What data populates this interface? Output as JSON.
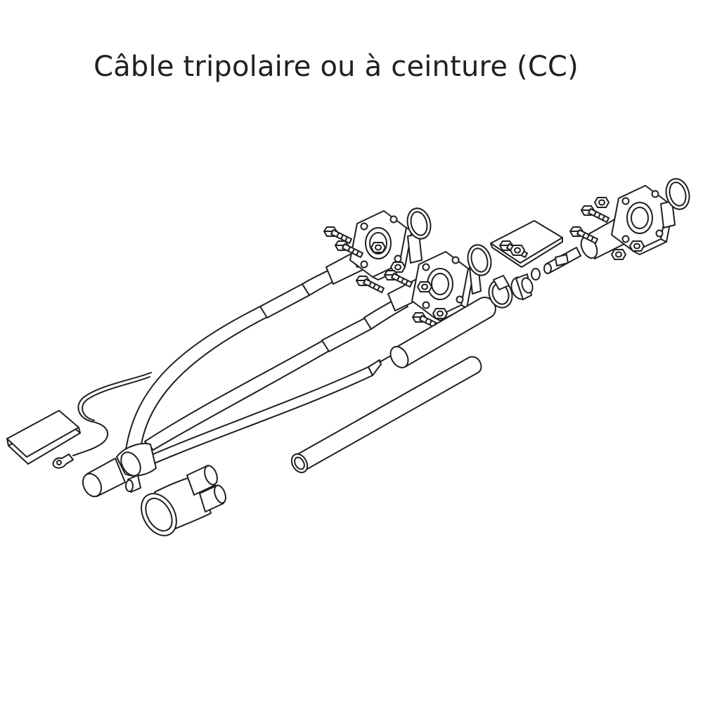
{
  "title": "Câble tripolaire ou à ceinture (CC)",
  "colors": {
    "line": "#231f20",
    "background": "#ffffff"
  },
  "parts": [
    "three-core-cable",
    "cable-breakout-boot",
    "cable-end-cap",
    "small-connector-sleeve",
    "ground-braid-with-lug",
    "instruction-sheet",
    "separable-connector-1",
    "separable-connector-2",
    "separable-connector-3",
    "o-ring-seal",
    "insulation-tube",
    "long-insulation-tube",
    "hose-clamp",
    "stress-cone",
    "contact-pin",
    "bolt-kit-bag"
  ]
}
